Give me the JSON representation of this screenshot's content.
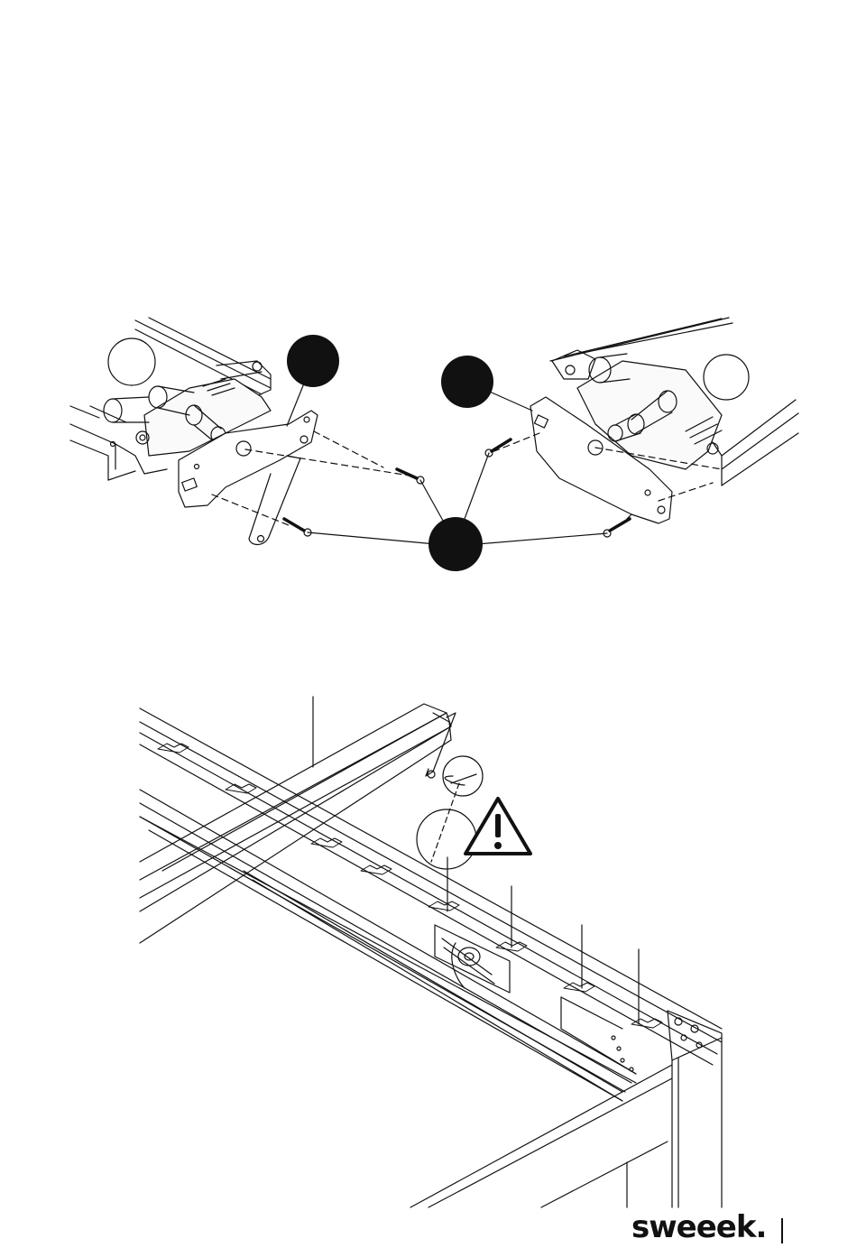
{
  "brand": {
    "name": "sweeek."
  },
  "colors": {
    "ink": "#111111",
    "paper": "#ffffff",
    "fill": "#f2f2f2"
  },
  "figures": [
    {
      "id": "step-hinge-fitting",
      "description_icon": "hinge-bracket-with-screws"
    },
    {
      "id": "step-frame-attachment",
      "description_icon": "warning-triangle-icon"
    }
  ]
}
